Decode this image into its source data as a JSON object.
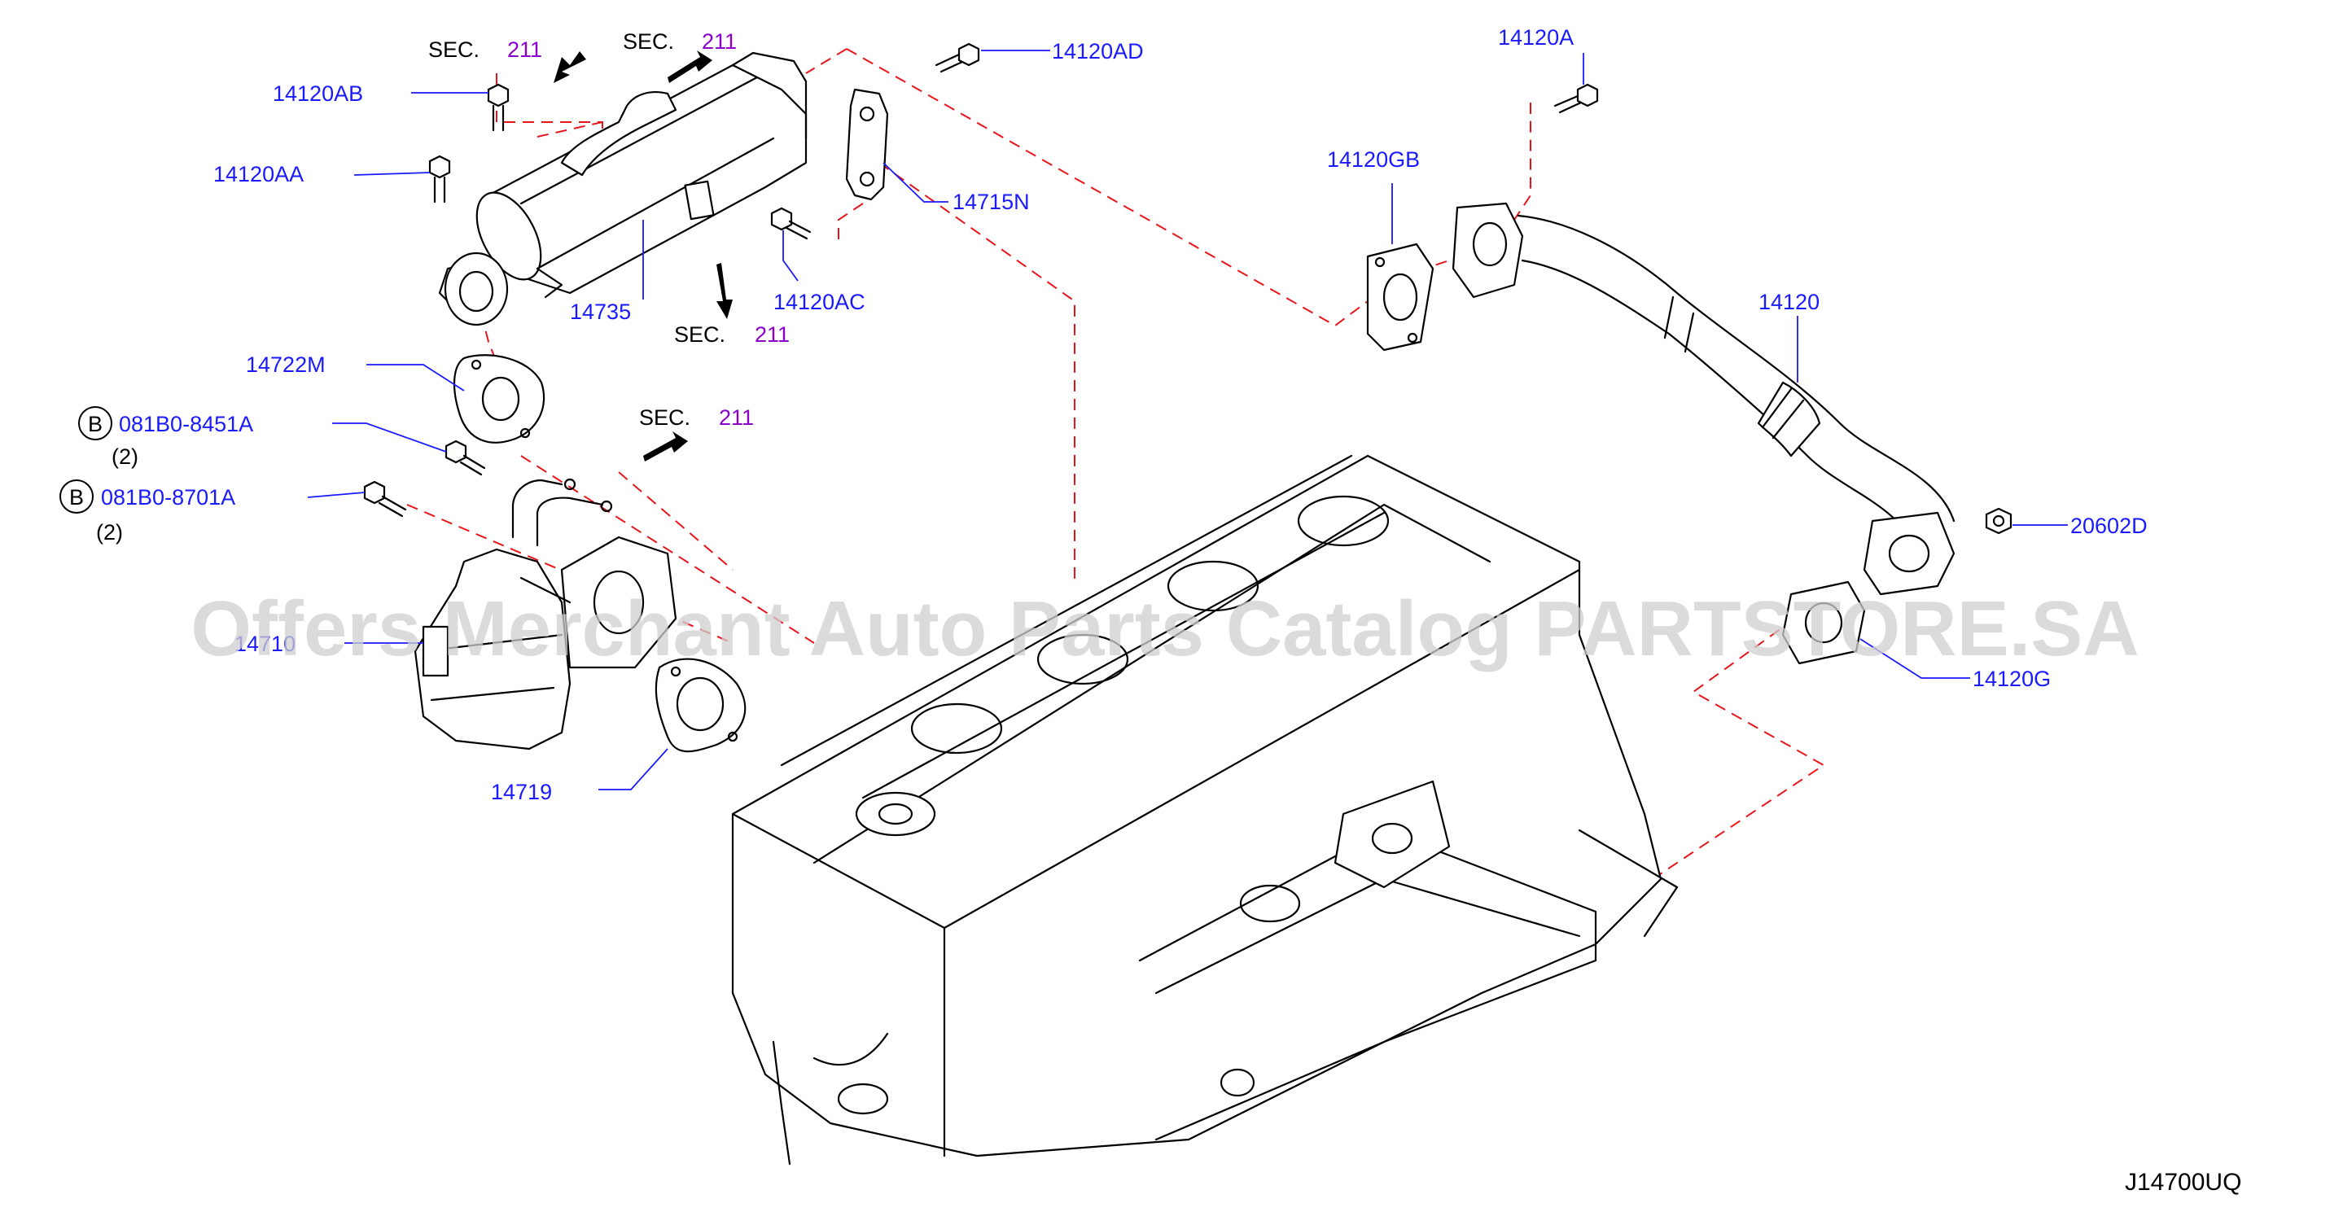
{
  "diagram": {
    "code": "J14700UQ",
    "watermark": "Offers Merchant Auto Parts Catalog PARTSTORE.SA",
    "part_labels": {
      "p14120AB": "14120AB",
      "p14120AA": "14120AA",
      "p14120AD": "14120AD",
      "p14120A": "14120A",
      "p14120GB": "14120GB",
      "p14715N": "14715N",
      "p14120AC": "14120AC",
      "p14735": "14735",
      "p14722M": "14722M",
      "p081B0_8451A": "081B0-8451A",
      "p081B0_8701A": "081B0-8701A",
      "p14710": "14710",
      "p14719": "14719",
      "p14120": "14120",
      "p20602D": "20602D",
      "p14120G": "14120G"
    },
    "bolt_marker": "B",
    "quantities": {
      "q8451": "(2)",
      "q8701": "(2)"
    },
    "section_refs": [
      {
        "prefix": "SEC.",
        "number": "211"
      },
      {
        "prefix": "SEC.",
        "number": "211"
      },
      {
        "prefix": "SEC.",
        "number": "211"
      },
      {
        "prefix": "SEC.",
        "number": "211"
      }
    ]
  }
}
